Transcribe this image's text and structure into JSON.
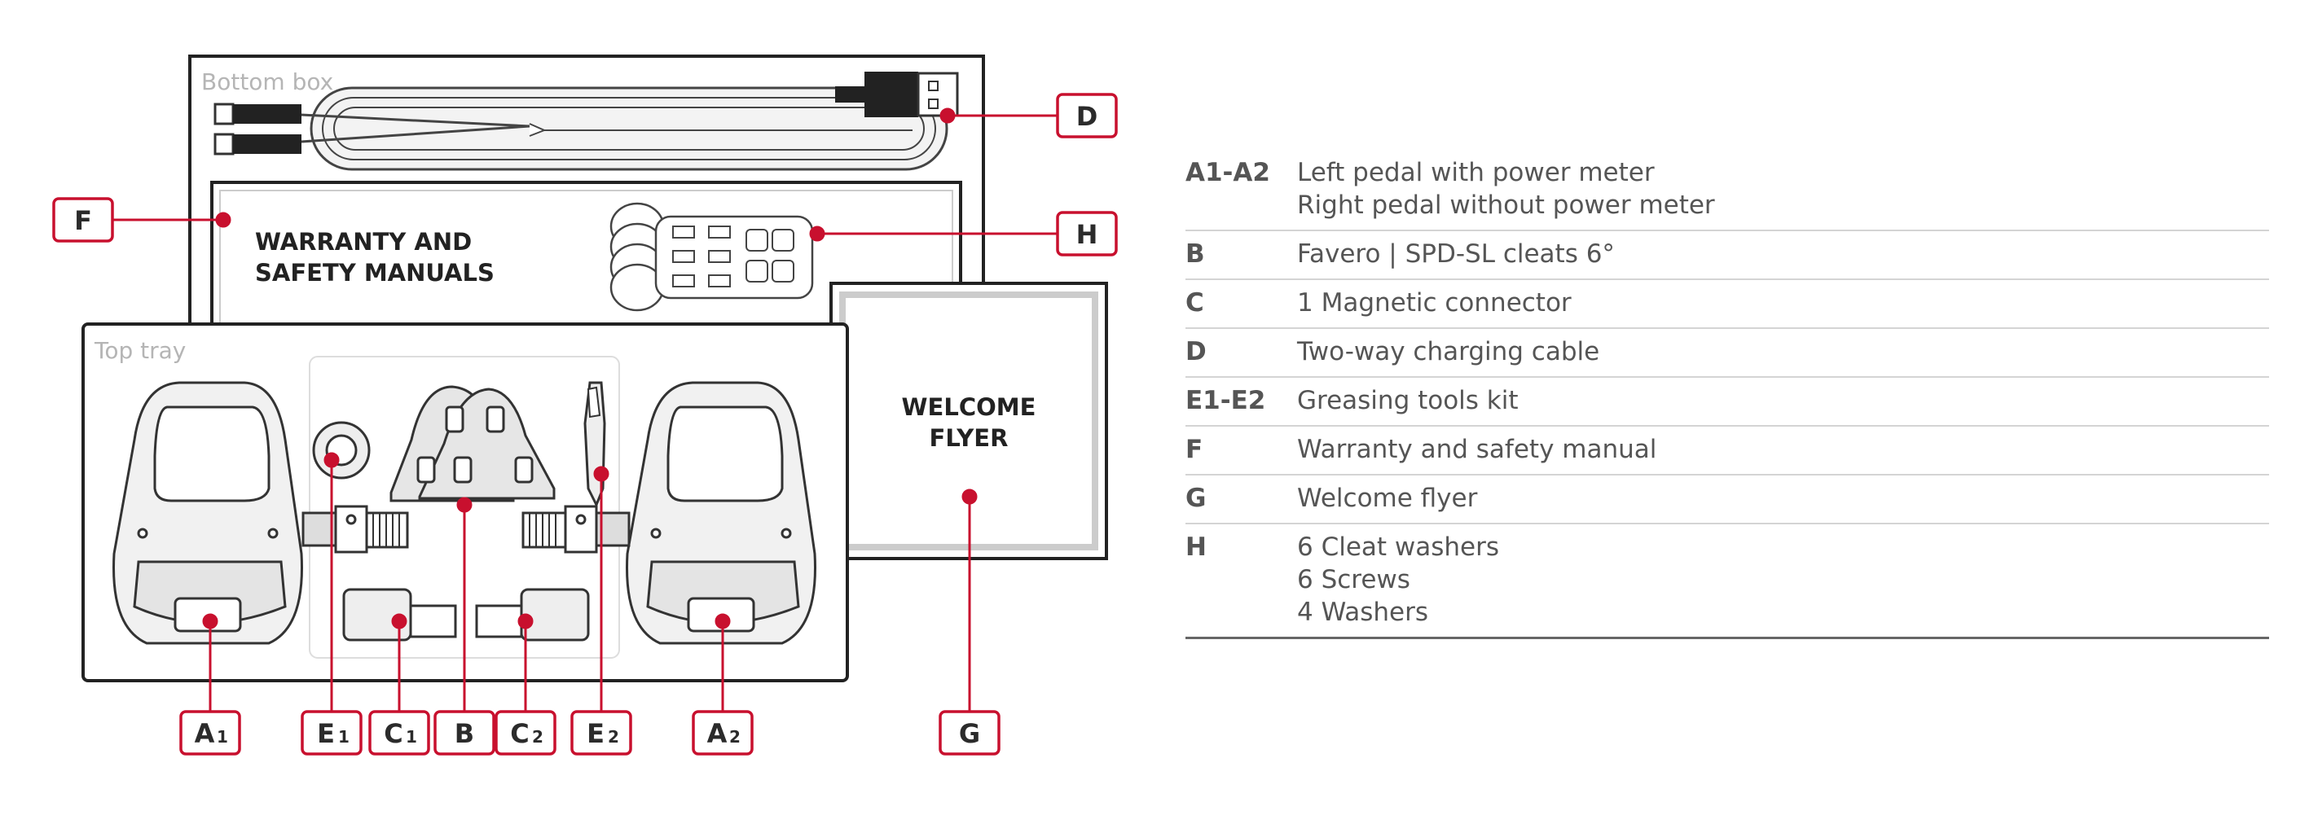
{
  "diagram": {
    "bottom_box_label": "Bottom box",
    "top_tray_label": "Top tray",
    "manual_line1": "WARRANTY AND",
    "manual_line2": "SAFETY MANUALS",
    "flyer_line1": "WELCOME",
    "flyer_line2": "FLYER",
    "callouts": {
      "A1": {
        "letter": "A",
        "sub": "1"
      },
      "E1": {
        "letter": "E",
        "sub": "1"
      },
      "C1": {
        "letter": "C",
        "sub": "1"
      },
      "B": {
        "letter": "B",
        "sub": ""
      },
      "C2": {
        "letter": "C",
        "sub": "2"
      },
      "E2": {
        "letter": "E",
        "sub": "2"
      },
      "A2": {
        "letter": "A",
        "sub": "2"
      },
      "G": {
        "letter": "G",
        "sub": ""
      },
      "D": {
        "letter": "D",
        "sub": ""
      },
      "H": {
        "letter": "H",
        "sub": ""
      },
      "F": {
        "letter": "F",
        "sub": ""
      }
    },
    "accent_color": "#c8102e"
  },
  "legend": [
    {
      "code": "A1-A2",
      "lines": [
        "Left pedal with power meter",
        "Right pedal without power meter"
      ]
    },
    {
      "code": "B",
      "lines": [
        "Favero | SPD-SL cleats 6°"
      ]
    },
    {
      "code": "C",
      "lines": [
        "1 Magnetic connector"
      ]
    },
    {
      "code": "D",
      "lines": [
        "Two-way charging cable"
      ]
    },
    {
      "code": "E1-E2",
      "lines": [
        "Greasing tools kit"
      ]
    },
    {
      "code": "F",
      "lines": [
        "Warranty and safety manual"
      ]
    },
    {
      "code": "G",
      "lines": [
        "Welcome flyer"
      ]
    },
    {
      "code": "H",
      "lines": [
        "6 Cleat washers",
        "6 Screws",
        "4 Washers"
      ]
    }
  ]
}
